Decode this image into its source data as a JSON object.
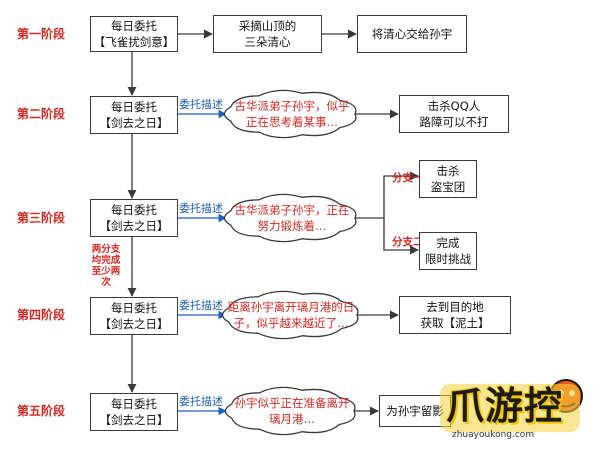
{
  "stages": [
    "第一阶段",
    "第二阶段",
    "第三阶段",
    "第四阶段",
    "第五阶段"
  ],
  "tasks": [
    [
      "每日委托",
      "【飞雀扰剑意】"
    ],
    [
      "每日委托",
      "【剑去之日】"
    ],
    [
      "每日委托",
      "【剑去之日】"
    ],
    [
      "每日委托",
      "【剑去之日】"
    ],
    [
      "每日委托",
      "【剑去之日】"
    ]
  ],
  "stage1_steps": [
    [
      "采摘山顶的",
      "三朵清心"
    ],
    [
      "将清心交给孙宇"
    ]
  ],
  "desc_label": "委托描述",
  "clouds": [
    [
      "古华派弟子孙宇，似乎",
      "正在思考着某事…"
    ],
    [
      "古华派弟子孙宇，正在",
      "努力锻炼着…"
    ],
    [
      "距离孙宇离开璃月港的日",
      "子，似乎越来越近了…"
    ],
    [
      "孙宇似乎正在准备离开",
      "璃月港…"
    ]
  ],
  "outcomes": {
    "stage2": [
      "击杀QQ人",
      "路障可以不打"
    ],
    "stage3_branch1_label": "分支一",
    "stage3_branch1": [
      "击杀",
      "盗宝团"
    ],
    "stage3_branch2_label": "分支二",
    "stage3_branch2": [
      "完成",
      "限时挑战"
    ],
    "stage4": [
      "去到目的地",
      "获取【泥土】"
    ],
    "stage5": [
      "为孙宇留影"
    ]
  },
  "branch_note": [
    "两分支",
    "均完成",
    "至少两次"
  ],
  "logo": {
    "title": "爪游控",
    "url": "zhuayoukong.com"
  },
  "colors": {
    "stage_label": "#d42a22",
    "desc_label": "#1d5fbf",
    "cloud_text": "#d42a22",
    "line": "#3a3a3a",
    "logo_accent": "#f2c300"
  }
}
